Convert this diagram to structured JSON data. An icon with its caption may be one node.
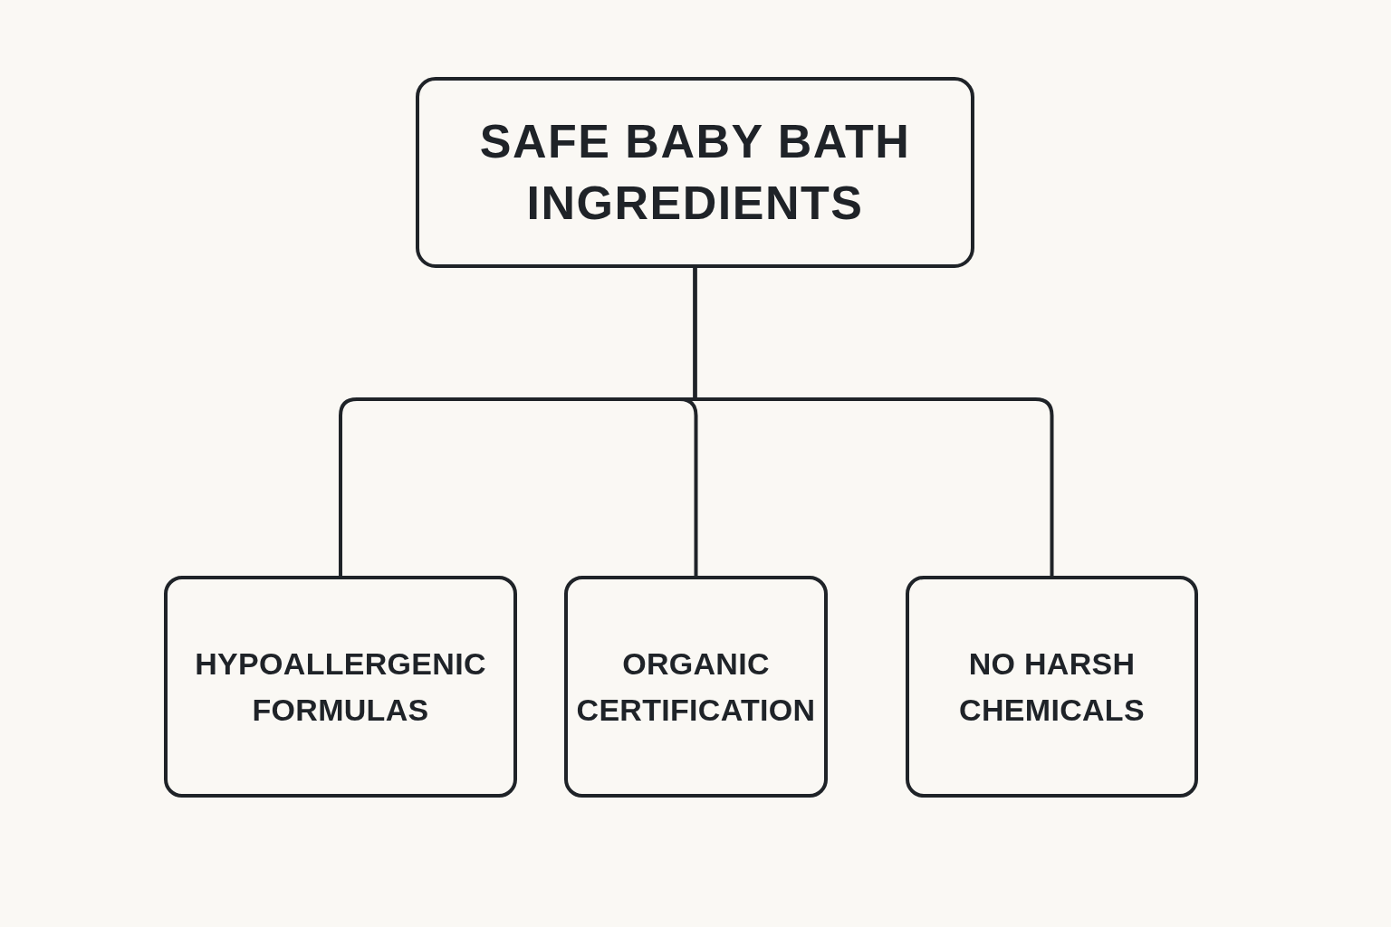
{
  "diagram": {
    "nodes": [
      {
        "text": [
          "SAFE BABY BATH INGREDIENTS"
        ]
      },
      {
        "text": [
          "HYPOALLERGENIC FORMULAS"
        ]
      },
      {
        "text": [
          "ORGANIC CERTIFICATION"
        ]
      },
      {
        "text": [
          "NO HARSH CHEMICALS"
        ]
      }
    ],
    "edges": [
      {
        "from": 0,
        "to": 1,
        "arrow": "none"
      },
      {
        "from": 0,
        "to": 2,
        "arrow": "none"
      },
      {
        "from": 0,
        "to": 3,
        "arrow": "none"
      }
    ]
  }
}
